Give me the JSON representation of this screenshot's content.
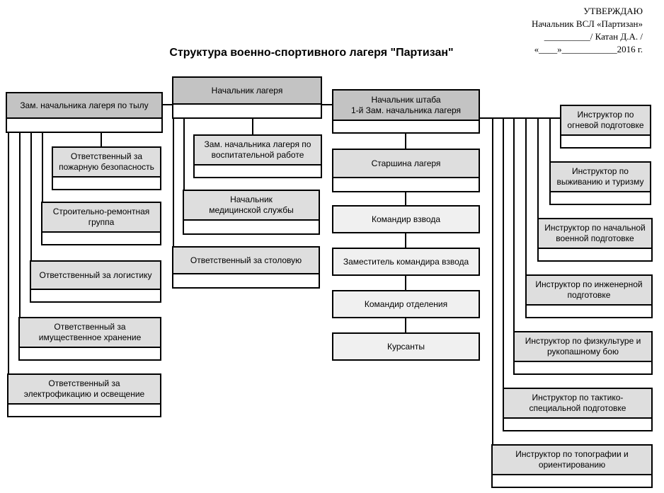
{
  "approval": {
    "line1": "УТВЕРЖДАЮ",
    "line2": "Начальник ВСЛ «Партизан»",
    "line3": "__________/ Катан Д.А. /",
    "line4": "«____»____________2016 г."
  },
  "title": "Структура военно-спортивного лагеря \"Партизан\"",
  "colors": {
    "header-fill": "#c3c3c3",
    "section-fill": "#dedede",
    "light-fill": "#f0f0f0",
    "line-color": "#000000"
  },
  "boxes": {
    "tylu": {
      "label": "Зам. начальника лагеря по тылу"
    },
    "fire": {
      "label": "Ответственный за\nпожарную безопасность"
    },
    "build": {
      "label": "Строительно-ремонтная\nгруппа"
    },
    "logist": {
      "label": "Ответственный за логистику"
    },
    "imush": {
      "label": "Ответственный за\nимущественное хранение"
    },
    "electro": {
      "label": "Ответственный за\nэлектрофикацию и освещение"
    },
    "nachalnik": {
      "label": "Начальник лагеря"
    },
    "vospit": {
      "label": "Зам. начальника лагеря по\nвоспитательной работе"
    },
    "med": {
      "label": "Начальник\nмедицинской службы"
    },
    "stolov": {
      "label": "Ответственный за столовую"
    },
    "shtab": {
      "label": "Начальник штаба\n1-й Зам. начальника лагеря"
    },
    "starshina": {
      "label": "Старшина лагеря"
    },
    "kom_vzvoda": {
      "label": "Командир взвода"
    },
    "zam_kom": {
      "label": "Заместитель командира взвода"
    },
    "kom_otd": {
      "label": "Командир отделения"
    },
    "kursanty": {
      "label": "Курсанты"
    },
    "ognevoy": {
      "label": "Инструктор по\nогневой подготовке"
    },
    "vyzhiv": {
      "label": "Инструктор по\nвыживанию и туризму"
    },
    "nach_voen": {
      "label": "Инструктор по начальной\nвоенной подготовке"
    },
    "inzh": {
      "label": "Инструктор по инженерной\nподготовке"
    },
    "fizk": {
      "label": "Инструктор по физкультуре и\nрукопашному бою"
    },
    "taktik": {
      "label": "Инструктор по тактико-\nспециальной подготовке"
    },
    "topo": {
      "label": "Инструктор по топографии и\nориентированию"
    }
  }
}
